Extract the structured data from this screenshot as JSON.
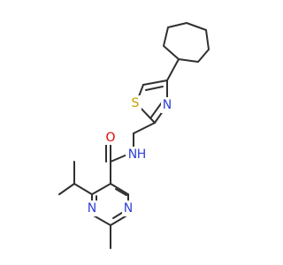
{
  "diagram": {
    "atoms": {
      "sulfur": "S",
      "thiazole_nitrogen": "N",
      "amide_nitrogen": "N",
      "amide_hydrogen": "H",
      "oxygen": "O",
      "pyrimidine_nitrogen_upper": "N",
      "pyrimidine_nitrogen_lower": "N"
    },
    "colors": {
      "bond": "#303030",
      "sulfur": "#c8a000",
      "nitrogen": "#2f3fd6",
      "oxygen": "#e00000"
    }
  }
}
